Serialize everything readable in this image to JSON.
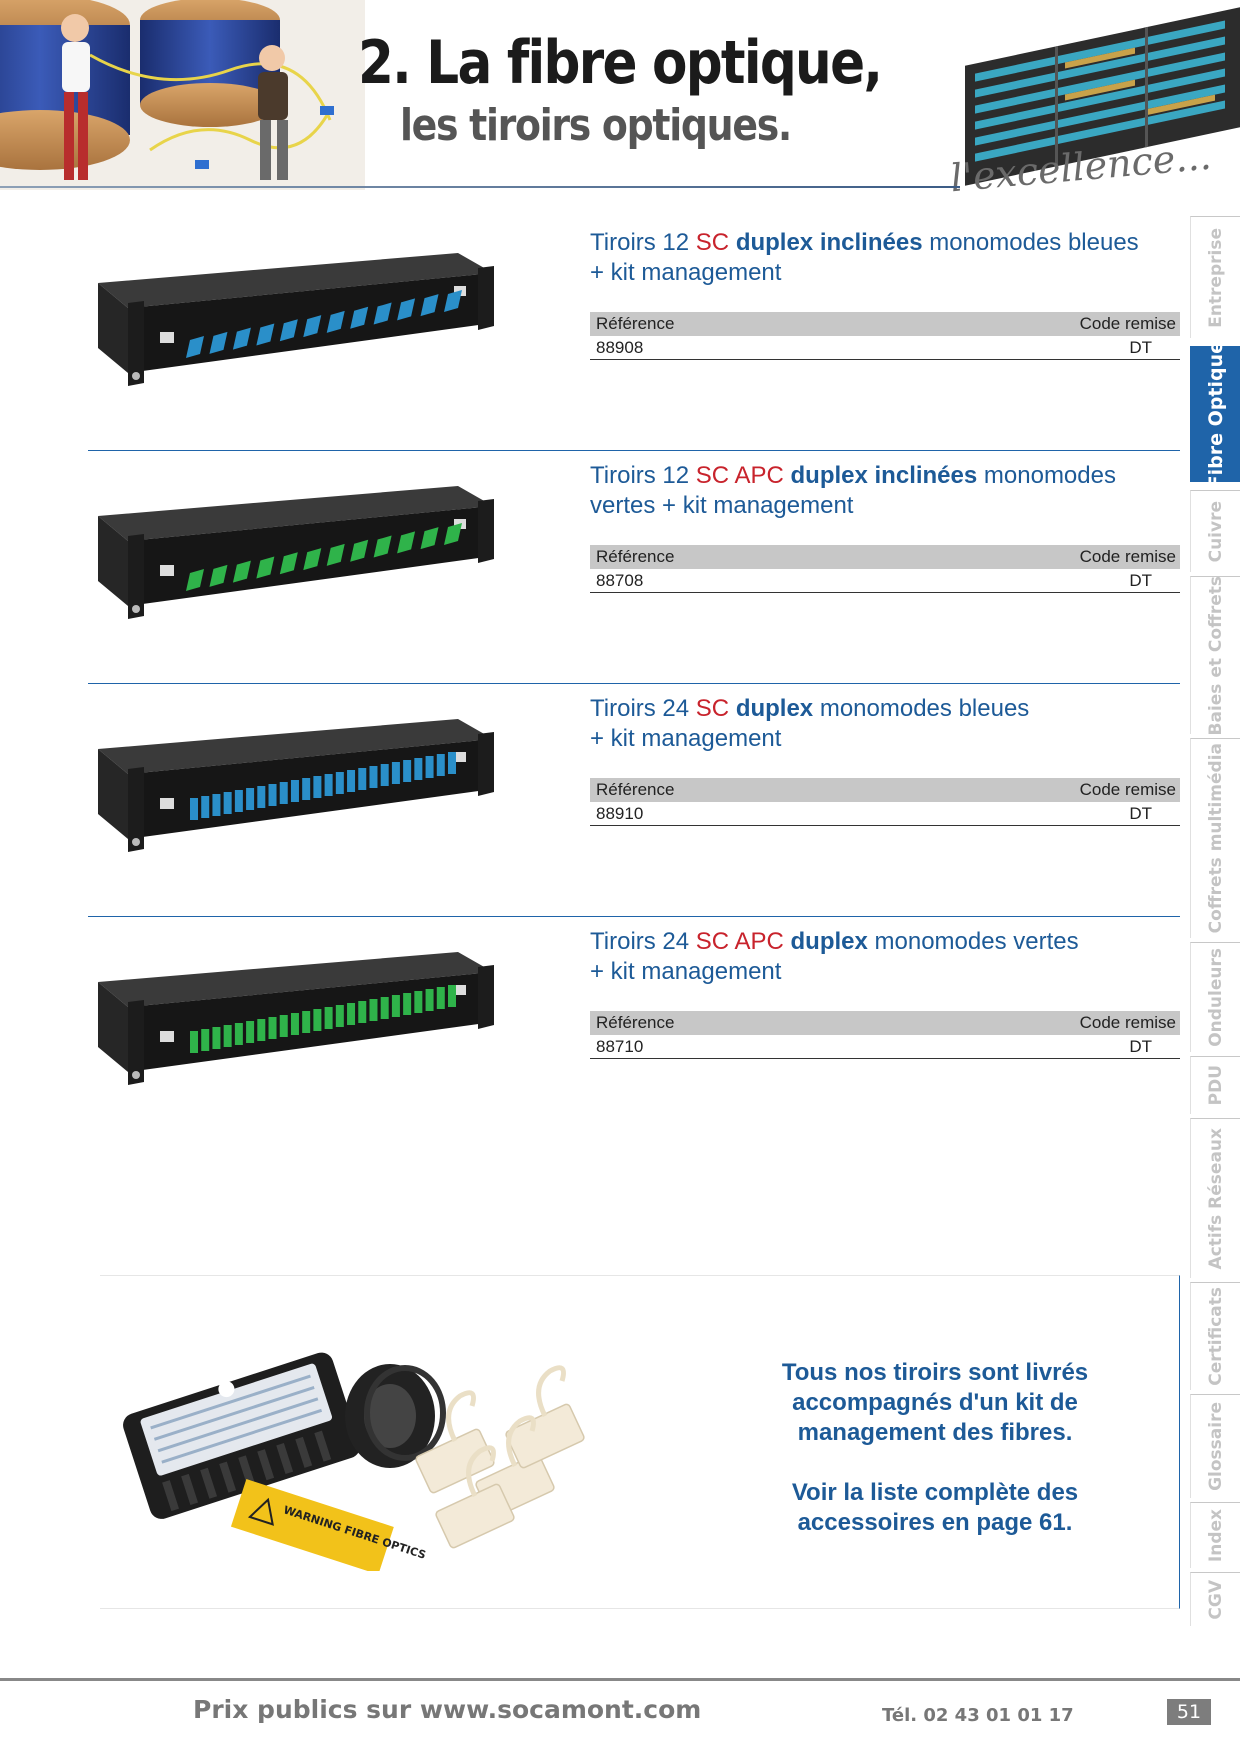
{
  "header": {
    "title": "2. La fibre optique,",
    "subtitle": "les tiroirs optiques.",
    "tagline": "l'excellence..."
  },
  "sidebar": {
    "tabs": [
      {
        "label": "Entreprise",
        "active": false
      },
      {
        "label": "Fibre Optique",
        "active": true
      },
      {
        "label": "Cuivre",
        "active": false
      },
      {
        "label": "Baies et Coffrets",
        "active": false
      },
      {
        "label": "Coffrets multimédia",
        "active": false
      },
      {
        "label": "Onduleurs",
        "active": false
      },
      {
        "label": "PDU",
        "active": false
      },
      {
        "label": "Actifs Réseaux",
        "active": false
      },
      {
        "label": "Certificats",
        "active": false
      },
      {
        "label": "Glossaire",
        "active": false
      },
      {
        "label": "Index",
        "active": false
      },
      {
        "label": "CGV",
        "active": false
      }
    ]
  },
  "table_headers": {
    "reference": "Référence",
    "code": "Code remise"
  },
  "products": [
    {
      "name": {
        "a": "Tiroirs 12 ",
        "b": "SC",
        "c": " ",
        "d": "duplex inclinées",
        "e": " monomodes bleues",
        "f": "+ kit management"
      },
      "reference": "88908",
      "code": "DT",
      "port_color": "#2a8fc9"
    },
    {
      "name": {
        "a": "Tiroirs 12 ",
        "b": "SC APC",
        "c": " ",
        "d": "duplex inclinées",
        "e": " monomodes",
        "f": "vertes + kit management"
      },
      "reference": "88708",
      "code": "DT",
      "port_color": "#2fb34a"
    },
    {
      "name": {
        "a": "Tiroirs 24 ",
        "b": "SC",
        "c": " ",
        "d": "duplex",
        "e": " monomodes bleues",
        "f": "+ kit management"
      },
      "reference": "88910",
      "code": "DT",
      "port_color": "#2a8fc9"
    },
    {
      "name": {
        "a": "Tiroirs 24 ",
        "b": "SC APC",
        "c": " ",
        "d": "duplex",
        "e": " monomodes vertes",
        "f": "+ kit management"
      },
      "reference": "88710",
      "code": "DT",
      "port_color": "#2fb34a"
    }
  ],
  "kit": {
    "text1": "Tous nos tiroirs sont livrés accompagnés d'un kit de management des fibres.",
    "text2": "Voir la liste complète des accessoires en page 61.",
    "warning_label": "WARNING FIBRE OPTICS"
  },
  "footer": {
    "site": "Prix publics sur www.socamont.com",
    "tel": "Tél. 02 43 01 01 17",
    "page": "51"
  },
  "colors": {
    "brand_blue": "#1f64a9",
    "accent_red": "#c8232c"
  }
}
